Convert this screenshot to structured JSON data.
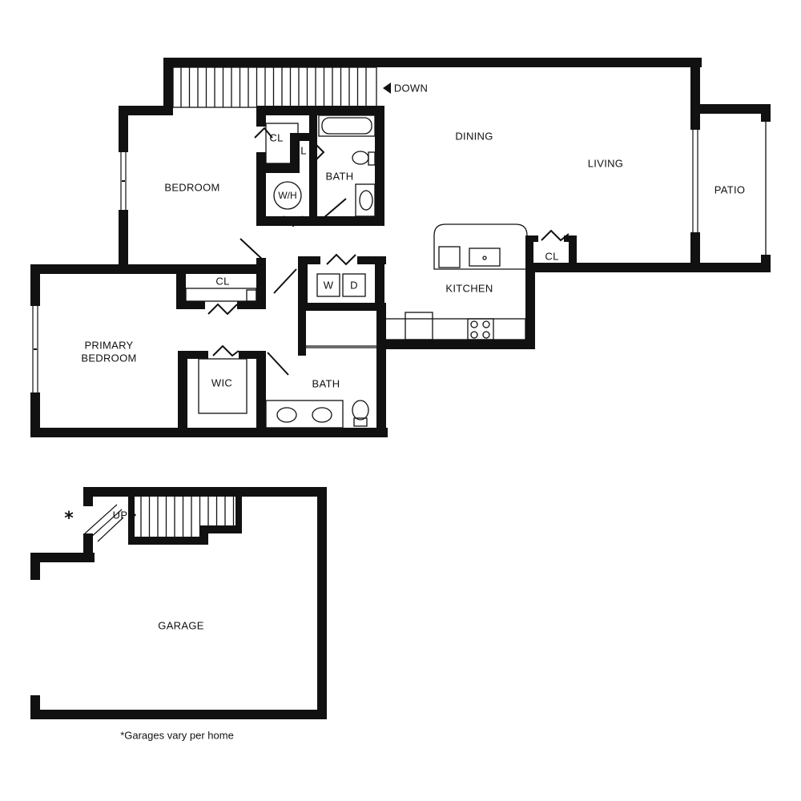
{
  "rooms": {
    "down": "DOWN",
    "dining": "DINING",
    "living": "LIVING",
    "patio": "PATIO",
    "bedroom": "BEDROOM",
    "closet_bedroom": "CL",
    "linen": "L",
    "bath_upper": "BATH",
    "water_heater": "W/H",
    "kitchen": "KITCHEN",
    "closet_kitchen": "CL",
    "closet_hall": "CL",
    "washer": "W",
    "dryer": "D",
    "primary_bedroom_line1": "PRIMARY",
    "primary_bedroom_line2": "BEDROOM",
    "wic": "WIC",
    "bath_lower": "BATH",
    "garage": "GARAGE",
    "up": "UP"
  },
  "notes": {
    "asterisk": "*",
    "garage_note": "*Garages vary per home"
  }
}
